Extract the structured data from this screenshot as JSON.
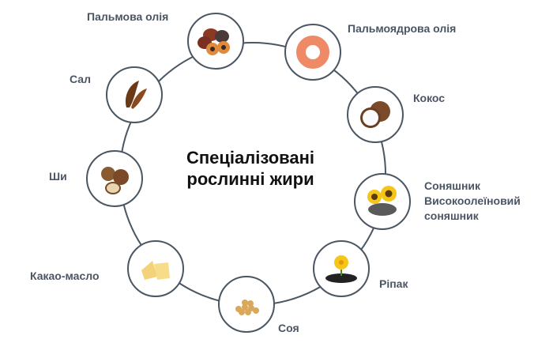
{
  "title_line1": "Спеціалізовані",
  "title_line2": "рослинні жири",
  "nodes": {
    "palm": {
      "label": "Пальмова олія",
      "icon": "palm-fruit-icon"
    },
    "palm_kernel": {
      "label": "Пальмоядрова олія",
      "icon": "palm-kernel-ring-icon"
    },
    "coconut": {
      "label": "Кокос",
      "icon": "coconut-icon"
    },
    "sunflower": {
      "label1": "Соняшник",
      "label2": "Високоолеїновий",
      "label3": "соняшник",
      "icon": "sunflower-icon"
    },
    "rapeseed": {
      "label": "Ріпак",
      "icon": "rapeseed-icon"
    },
    "soy": {
      "label": "Соя",
      "icon": "soybean-icon"
    },
    "cocoa": {
      "label": "Какао-масло",
      "icon": "cocoa-butter-icon"
    },
    "shea": {
      "label": "Ши",
      "icon": "shea-nut-icon"
    },
    "sal": {
      "label": "Сал",
      "icon": "sal-seed-icon"
    }
  },
  "colors": {
    "ring": "#4a5662",
    "label": "#4b5563"
  }
}
